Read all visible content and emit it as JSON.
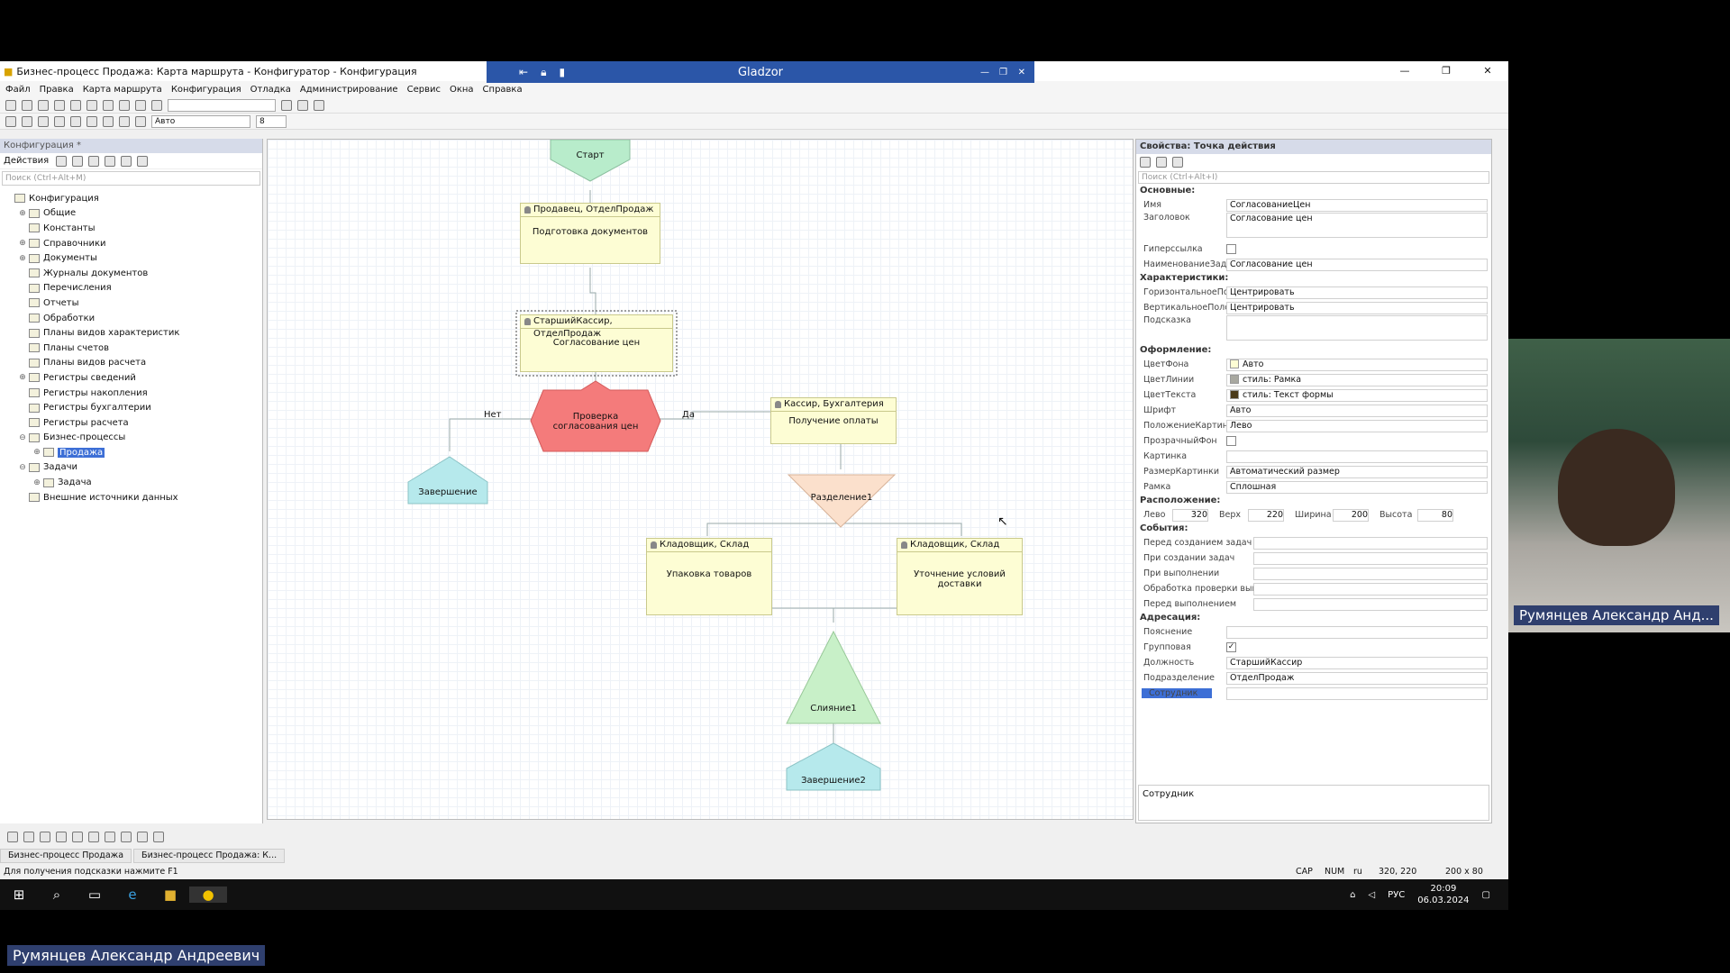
{
  "window": {
    "title": "Бизнес-процесс Продажа: Карта маршрута - Конфигуратор - Конфигурация"
  },
  "remote": {
    "title": "Gladzor"
  },
  "menu": [
    "Файл",
    "Правка",
    "Карта маршрута",
    "Конфигурация",
    "Отладка",
    "Администрирование",
    "Сервис",
    "Окна",
    "Справка"
  ],
  "toolbar": {
    "font_value": "Авто",
    "size_value": "8"
  },
  "left": {
    "title": "Конфигурация *",
    "actions_label": "Действия",
    "search_placeholder": "Поиск (Ctrl+Alt+M)",
    "tree": [
      {
        "label": "Конфигурация",
        "level": 0,
        "exp": ""
      },
      {
        "label": "Общие",
        "level": 1,
        "exp": "⊕"
      },
      {
        "label": "Константы",
        "level": 1,
        "exp": ""
      },
      {
        "label": "Справочники",
        "level": 1,
        "exp": "⊕"
      },
      {
        "label": "Документы",
        "level": 1,
        "exp": "⊕"
      },
      {
        "label": "Журналы документов",
        "level": 1,
        "exp": ""
      },
      {
        "label": "Перечисления",
        "level": 1,
        "exp": ""
      },
      {
        "label": "Отчеты",
        "level": 1,
        "exp": ""
      },
      {
        "label": "Обработки",
        "level": 1,
        "exp": ""
      },
      {
        "label": "Планы видов характеристик",
        "level": 1,
        "exp": ""
      },
      {
        "label": "Планы счетов",
        "level": 1,
        "exp": ""
      },
      {
        "label": "Планы видов расчета",
        "level": 1,
        "exp": ""
      },
      {
        "label": "Регистры сведений",
        "level": 1,
        "exp": "⊕"
      },
      {
        "label": "Регистры накопления",
        "level": 1,
        "exp": ""
      },
      {
        "label": "Регистры бухгалтерии",
        "level": 1,
        "exp": ""
      },
      {
        "label": "Регистры расчета",
        "level": 1,
        "exp": ""
      },
      {
        "label": "Бизнес-процессы",
        "level": 1,
        "exp": "⊖"
      },
      {
        "label": "Продажа",
        "level": 2,
        "exp": "⊕",
        "selected": true
      },
      {
        "label": "Задачи",
        "level": 1,
        "exp": "⊖"
      },
      {
        "label": "Задача",
        "level": 2,
        "exp": "⊕"
      },
      {
        "label": "Внешние источники данных",
        "level": 1,
        "exp": ""
      }
    ]
  },
  "diagram": {
    "start": "Старт",
    "n1": {
      "head": "Продавец, ОтделПродаж",
      "body": "Подготовка документов"
    },
    "n2": {
      "head": "СтаршийКассир, ОтделПродаж",
      "body": "Согласование цен"
    },
    "cond": "Проверка согласования цен",
    "no": "Нет",
    "yes": "Да",
    "end1": "Завершение",
    "n3": {
      "head": "Кассир, Бухгалтерия",
      "body": "Получение оплаты"
    },
    "split": "Разделение1",
    "n4": {
      "head": "Кладовщик, Склад",
      "body": "Упаковка товаров"
    },
    "n5": {
      "head": "Кладовщик, Склад",
      "body": "Уточнение условий доставки"
    },
    "merge": "Слияние1",
    "end2": "Завершение2"
  },
  "props": {
    "title": "Свойства: Точка действия",
    "search_placeholder": "Поиск (Ctrl+Alt+I)",
    "sec_main": "Основные:",
    "name_l": "Имя",
    "name_v": "СогласованиеЦен",
    "head_l": "Заголовок",
    "head_v": "Согласование цен",
    "hyper_l": "Гиперссылка",
    "taskname_l": "НаименованиеЗадачи",
    "taskname_v": "Согласование цен",
    "sec_char": "Характеристики:",
    "hpos_l": "ГоризонтальноеПоложение",
    "hpos_v": "Центрировать",
    "vpos_l": "ВертикальноеПоложение",
    "vpos_v": "Центрировать",
    "hint_l": "Подсказка",
    "sec_design": "Оформление:",
    "bg_l": "ЦветФона",
    "bg_v": "Авто",
    "line_l": "ЦветЛинии",
    "line_v": "стиль: Рамка",
    "text_l": "ЦветТекста",
    "text_v": "стиль: Текст формы",
    "font_l": "Шрифт",
    "font_v": "Авто",
    "imgpos_l": "ПоложениеКартинки",
    "imgpos_v": "Лево",
    "transp_l": "ПрозрачныйФон",
    "img_l": "Картинка",
    "imgsize_l": "РазмерКартинки",
    "imgsize_v": "Автоматический размер",
    "frame_l": "Рамка",
    "frame_v": "Сплошная",
    "sec_pos": "Расположение:",
    "left_l": "Лево",
    "left_v": "320",
    "top_l": "Верх",
    "top_v": "220",
    "width_l": "Ширина",
    "width_v": "200",
    "height_l": "Высота",
    "height_v": "80",
    "sec_events": "События:",
    "ev": [
      "Перед созданием задач",
      "При создании задач",
      "При выполнении",
      "Обработка проверки выполнения",
      "Перед выполнением"
    ],
    "sec_addr": "Адресация:",
    "expl_l": "Пояснение",
    "group_l": "Групповая",
    "post_l": "Должность",
    "post_v": "СтаршийКассир",
    "dept_l": "Подразделение",
    "dept_v": "ОтделПродаж",
    "emp_l": "Сотрудник",
    "footer": "Сотрудник"
  },
  "tabs": [
    "Бизнес-процесс Продажа",
    "Бизнес-процесс Продажа: К..."
  ],
  "status": {
    "hint": "Для получения подсказки нажмите F1",
    "caps": "CAP",
    "num": "NUM",
    "lang": "ru",
    "coords": "320, 220",
    "size": "200 x 80"
  },
  "taskbar": {
    "lang": "РУС",
    "time": "20:09",
    "date": "06.03.2024"
  },
  "video": {
    "name": "Румянцев Александр Анд..."
  },
  "bottom_name": "Румянцев Александр Андреевич"
}
